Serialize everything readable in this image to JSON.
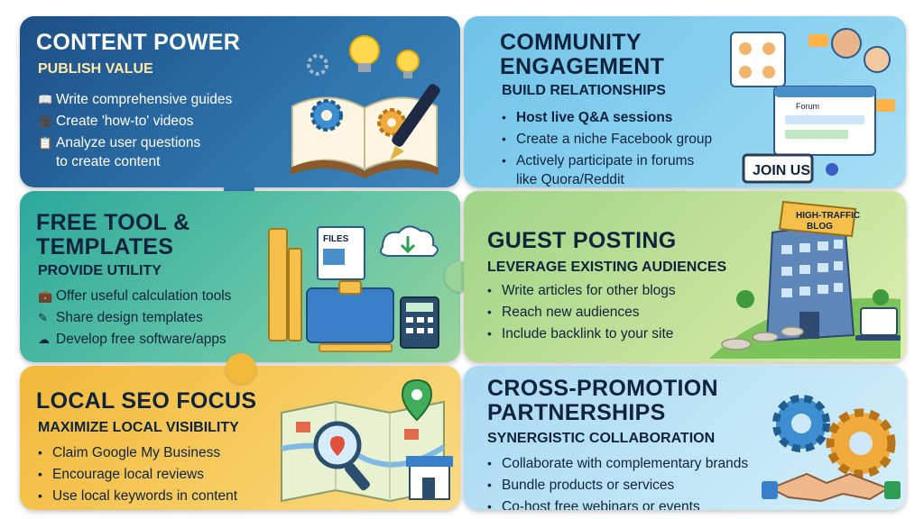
{
  "panels": {
    "content_power": {
      "title": "CONTENT POWER",
      "subtitle": "PUBLISH VALUE",
      "items": [
        {
          "text": "Write comprehensive guides",
          "icon": "book-icon"
        },
        {
          "text": "Create 'how-to' videos",
          "icon": "video-camera-icon"
        },
        {
          "text_line1": "Analyze user questions",
          "text_line2": "to create content",
          "icon": "clipboard-icon"
        }
      ]
    },
    "community": {
      "title_line1": "COMMUNITY",
      "title_line2": "ENGAGEMENT",
      "subtitle": "BUILD RELATIONSHIPS",
      "items": [
        {
          "text": "Host live Q&A sessions"
        },
        {
          "text": "Create a niche Facebook group"
        },
        {
          "text_line1": "Actively participate in forums",
          "text_line2": "like Quora/Reddit"
        }
      ],
      "forum_label": "Forum",
      "sign_label": "JOIN US"
    },
    "free_tools": {
      "title_line1": "FREE TOOL &",
      "title_line2": "TEMPLATES",
      "subtitle": "PROVIDE UTILITY",
      "items": [
        {
          "text": "Offer useful calculation tools",
          "icon": "toolbox-icon"
        },
        {
          "text": "Share design templates",
          "icon": "edit-icon"
        },
        {
          "text": "Develop free software/apps",
          "icon": "cloud-download-icon"
        }
      ],
      "files_label": "FILES"
    },
    "guest_posting": {
      "title": "GUEST POSTING",
      "subtitle": "LEVERAGE EXISTING AUDIENCES",
      "items": [
        {
          "text": "Write articles for other blogs"
        },
        {
          "text": "Reach new audiences"
        },
        {
          "text": "Include backlink to your site"
        }
      ],
      "building_sign_line1": "HIGH-TRAFFIC",
      "building_sign_line2": "BLOG"
    },
    "local_seo": {
      "title": "LOCAL SEO FOCUS",
      "subtitle": "MAXIMIZE LOCAL VISIBILITY",
      "items": [
        {
          "text": "Claim Google My Business"
        },
        {
          "text": "Encourage local reviews"
        },
        {
          "text": "Use local keywords in content"
        }
      ]
    },
    "cross_promotion": {
      "title_line1": "CROSS-PROMOTION",
      "title_line2": "PARTNERSHIPS",
      "subtitle": "SYNERGISTIC COLLABORATION",
      "items": [
        {
          "text": "Collaborate with complementary brands"
        },
        {
          "text": "Bundle products or services"
        },
        {
          "text": "Co-host free webinars or events"
        }
      ]
    }
  },
  "colors": {
    "content_power": "#1c4f86",
    "community": "#6fc3e8",
    "free_tools": "#2aa89c",
    "guest_posting": "#9fd488",
    "local_seo": "#f2b93a",
    "cross_promotion": "#a9d9f1",
    "accent_yellow": "#ffe9a8"
  }
}
